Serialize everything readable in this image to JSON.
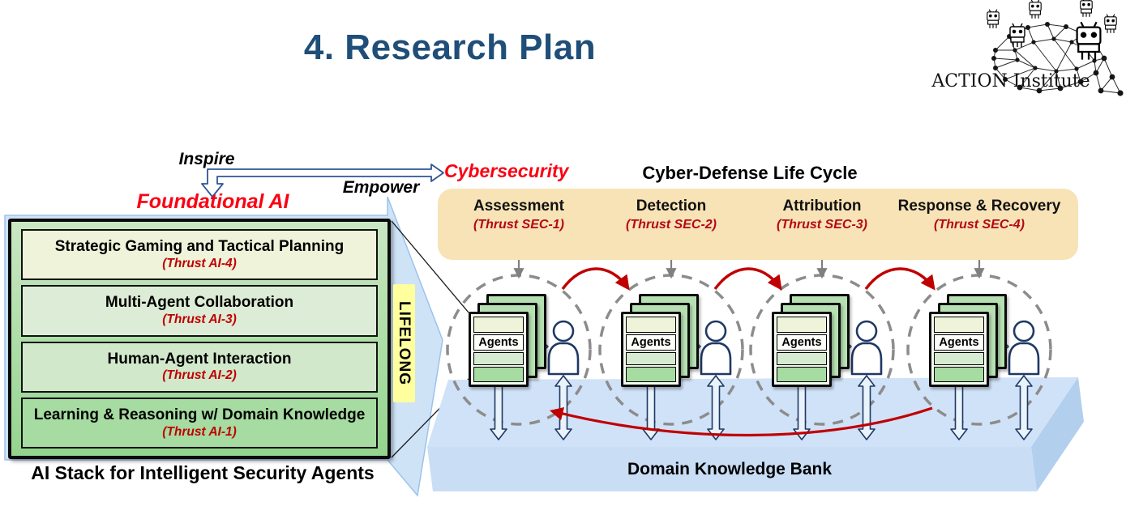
{
  "slide_title": "4. Research Plan",
  "logo": {
    "institute": "ACTION Institute"
  },
  "flow": {
    "inspire": "Inspire",
    "empower": "Empower",
    "foundational_ai": "Foundational AI",
    "cybersecurity": "Cybersecurity"
  },
  "ai_stack": {
    "caption": "AI Stack for Intelligent Security Agents",
    "lifelong_label": "LIFELONG",
    "rows": [
      {
        "title": "Strategic Gaming and Tactical Planning",
        "thrust": "(Thrust AI-4)"
      },
      {
        "title": "Multi-Agent Collaboration",
        "thrust": "(Thrust AI-3)"
      },
      {
        "title": "Human-Agent Interaction",
        "thrust": "(Thrust AI-2)"
      },
      {
        "title": "Learning & Reasoning w/ Domain Knowledge",
        "thrust": "(Thrust AI-1)"
      }
    ]
  },
  "lifecycle": {
    "title": "Cyber-Defense Life Cycle",
    "agent_label": "Agents",
    "phases": [
      {
        "name": "Assessment",
        "thrust": "(Thrust SEC-1)"
      },
      {
        "name": "Detection",
        "thrust": "(Thrust SEC-2)"
      },
      {
        "name": "Attribution",
        "thrust": "(Thrust SEC-3)"
      },
      {
        "name": "Response & Recovery",
        "thrust": "(Thrust SEC-4)"
      }
    ]
  },
  "knowledge_bank": {
    "label": "Domain Knowledge Bank"
  },
  "colors": {
    "title_navy": "#1F4E79",
    "accent_red": "#FB0012",
    "thrust_red": "#C00000",
    "sec_thrust_red": "#B50714",
    "lifecycle_band": "#F7E3B6",
    "stack_row_colors": [
      "#EEF3D9",
      "#DDECD6",
      "#D2E8CB",
      "#A6DBA1"
    ],
    "stack_frame_green": "#AEDCA9",
    "lifelong_highlight": "#FFFF9E",
    "platform_blue_top": "#D0E2F7",
    "platform_blue_front": "#C9DDF5",
    "platform_blue_side": "#B3CFEE",
    "big_arrow_blue": "#CFE3F7",
    "dashed_circle_gray": "#8C8C8C",
    "flow_red_arrow": "#C00000",
    "outline_navy": "#1F3864"
  }
}
